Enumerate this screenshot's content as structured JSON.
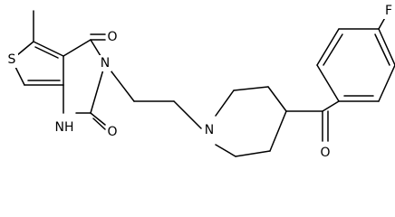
{
  "structure": {
    "atoms": {
      "S": {
        "symbol": "S"
      },
      "O1": {
        "symbol": "O"
      },
      "N1": {
        "symbol": "N"
      },
      "NH": {
        "symbol": "NH"
      },
      "O2": {
        "symbol": "O"
      },
      "N2": {
        "symbol": "N"
      },
      "O3": {
        "symbol": "O"
      },
      "F": {
        "symbol": "F"
      }
    }
  }
}
